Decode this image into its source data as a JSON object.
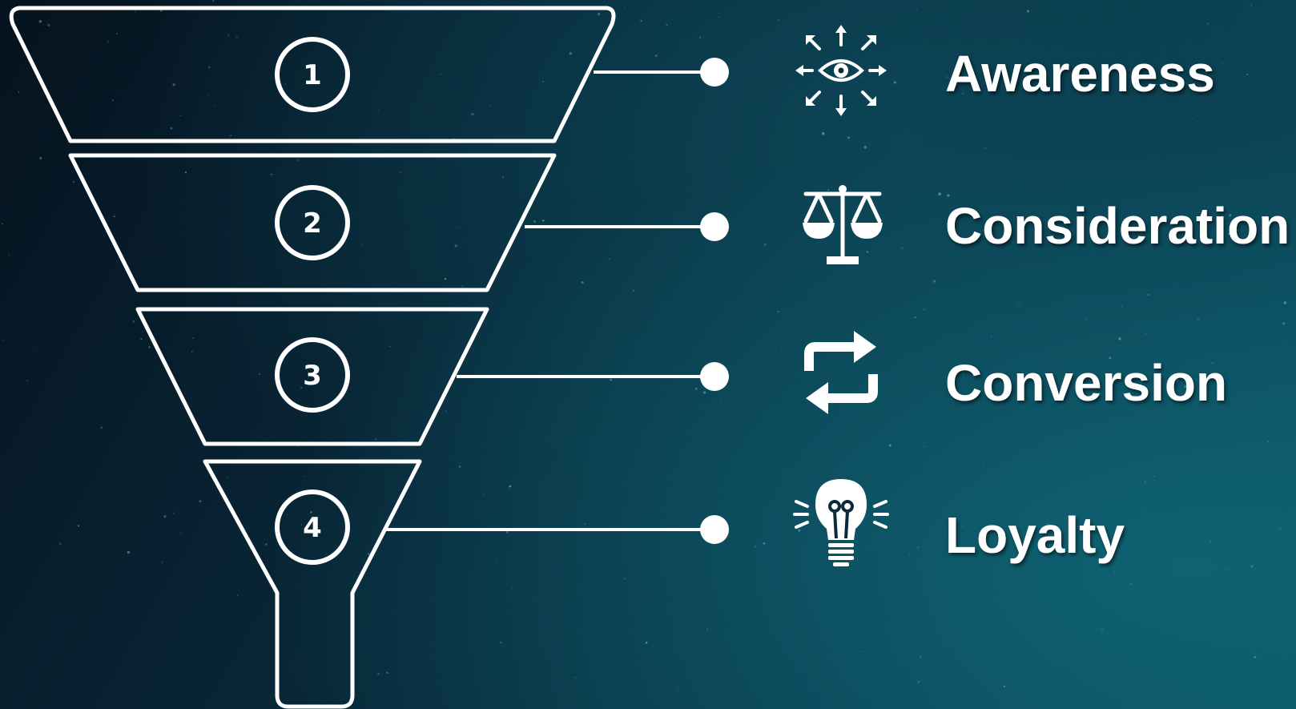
{
  "funnel": {
    "stages": [
      {
        "number": "1",
        "label": "Awareness",
        "icon": "eye-radiating-arrows-icon"
      },
      {
        "number": "2",
        "label": "Consideration",
        "icon": "balance-scale-icon"
      },
      {
        "number": "3",
        "label": "Conversion",
        "icon": "repeat-arrows-icon"
      },
      {
        "number": "4",
        "label": "Loyalty",
        "icon": "lightbulb-icon"
      }
    ]
  },
  "colors": {
    "foreground": "#ffffff",
    "background_dark": "#06131f",
    "background_teal": "#0d5566"
  }
}
